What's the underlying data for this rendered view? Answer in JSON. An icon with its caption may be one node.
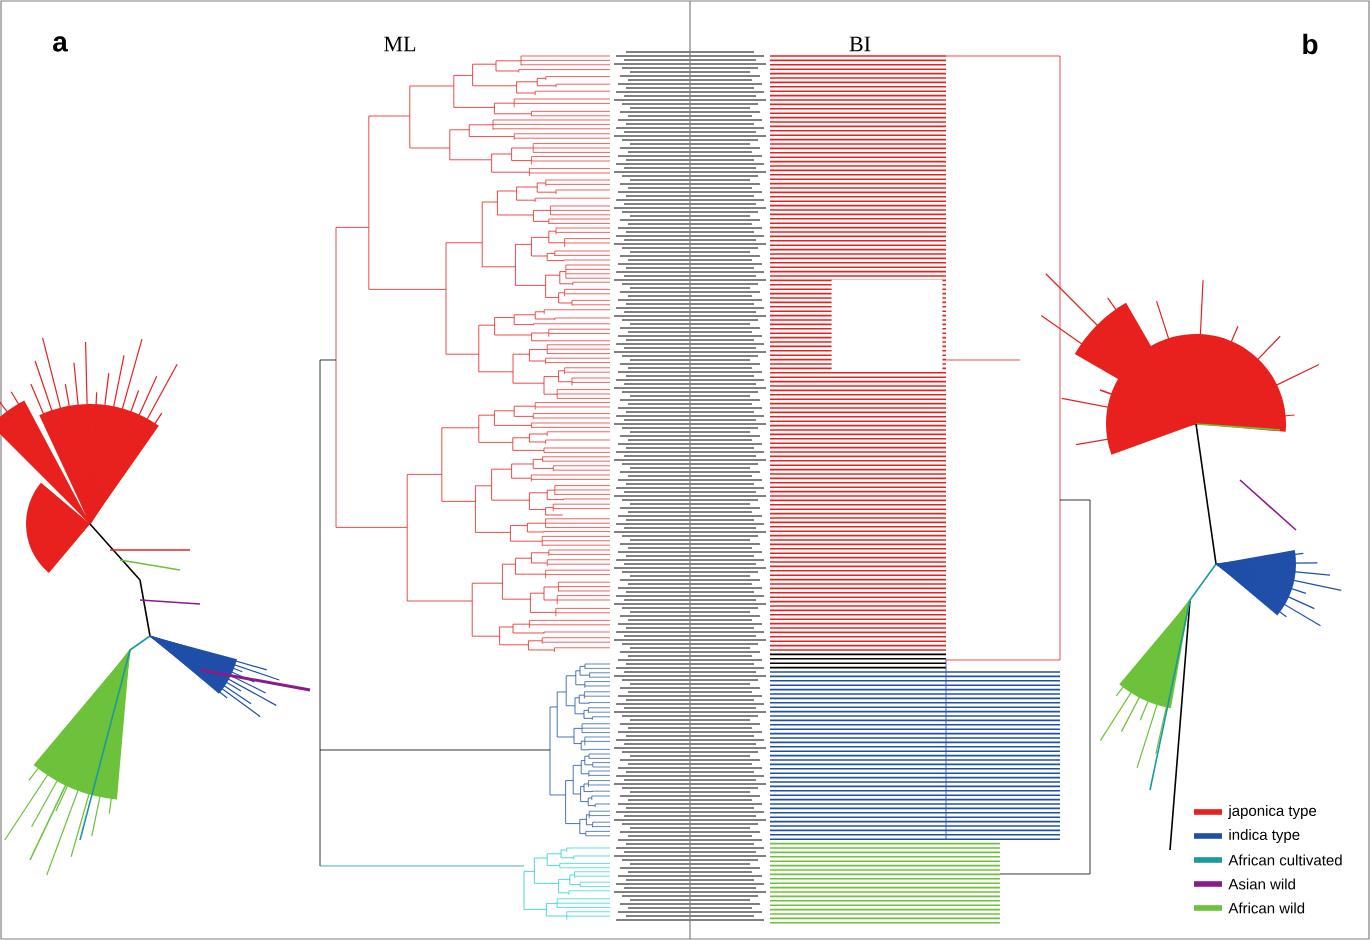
{
  "diagram": {
    "labels": [
      "a",
      "ML",
      "BI",
      "b"
    ],
    "legend": [
      {
        "text": "japonica type",
        "color": "#e8201e"
      },
      {
        "text": "indica type",
        "color": "#1f4fa8"
      },
      {
        "text": "African cultivated",
        "color": "#1a9a9a"
      },
      {
        "text": "Asian wild",
        "color": "#8b1a8b"
      },
      {
        "text": "African wild",
        "color": "#6cc23a"
      }
    ]
  }
}
